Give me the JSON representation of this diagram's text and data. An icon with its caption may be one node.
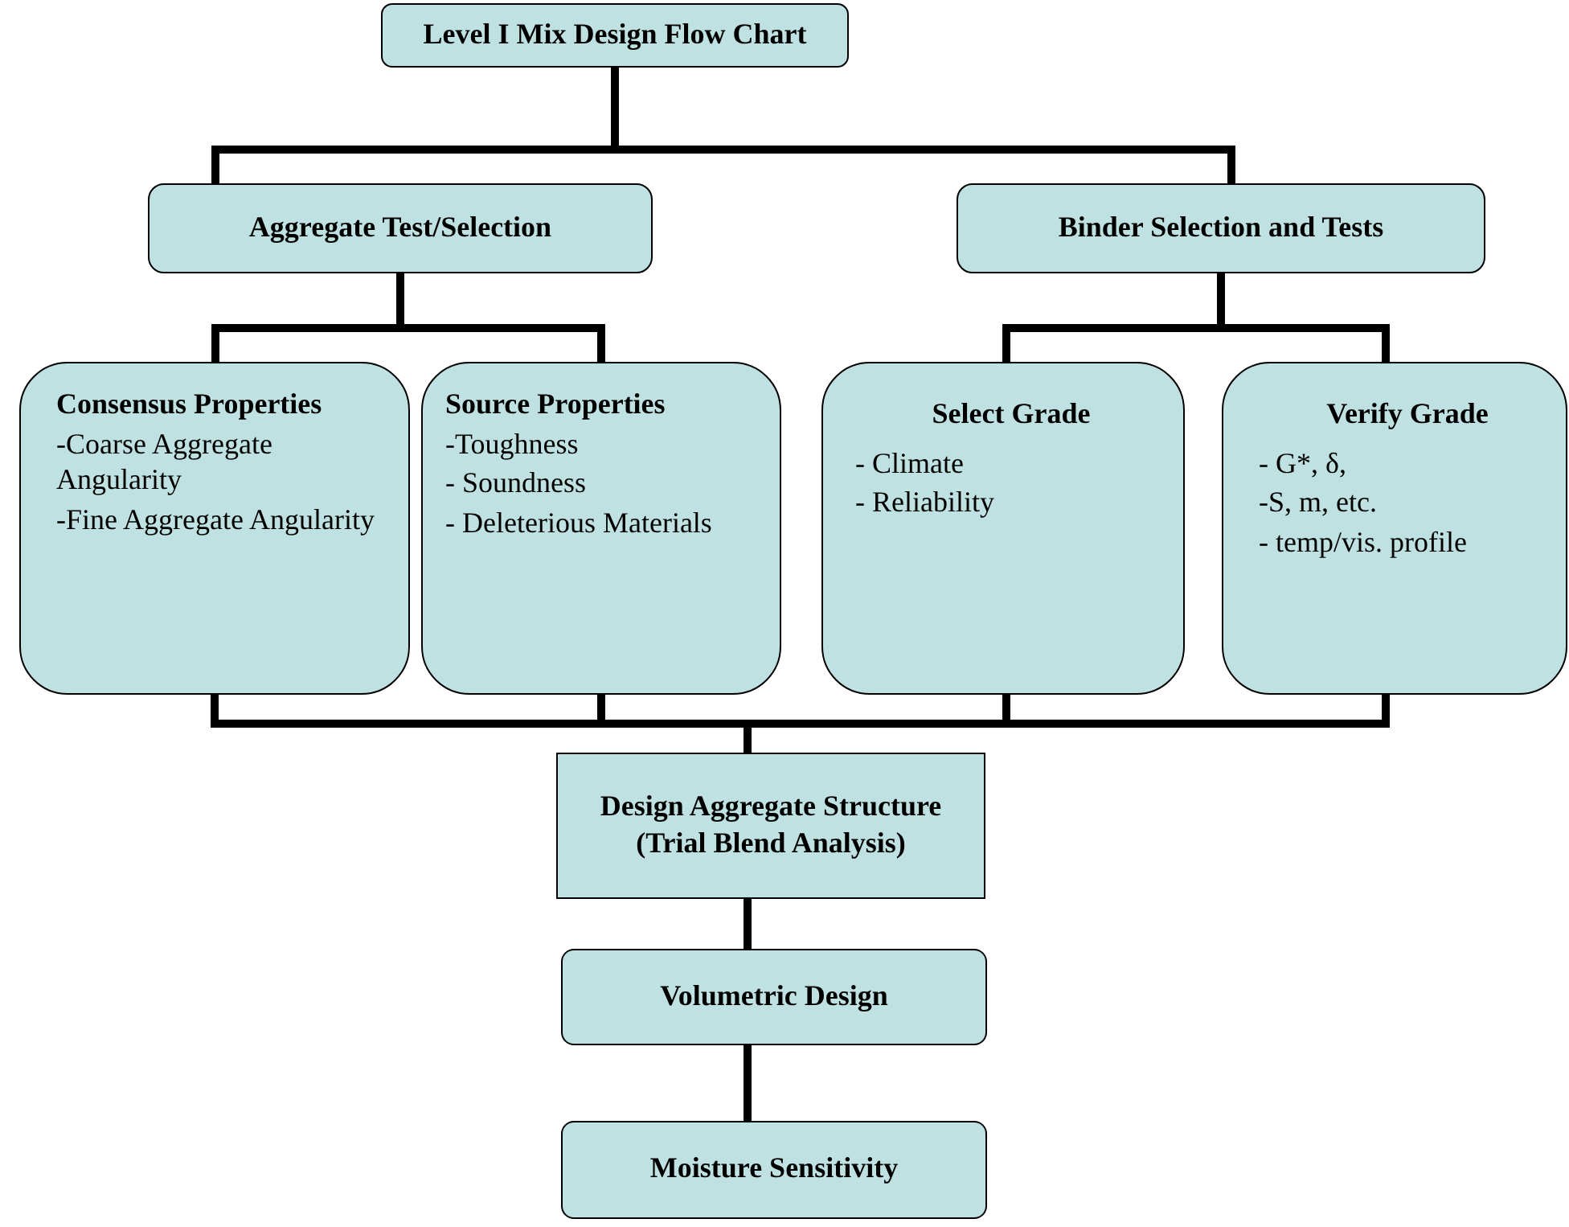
{
  "diagram": {
    "nodes": [
      {
        "text": [
          "Level I Mix Design Flow Chart"
        ]
      },
      {
        "text": [
          "Aggregate Test/Selection"
        ]
      },
      {
        "text": [
          "Binder Selection and Tests"
        ]
      },
      {
        "text": [
          "Consensus Properties",
          "-Coarse Aggregate Angularity",
          "-Fine Aggregate Angularity"
        ]
      },
      {
        "text": [
          "Source Properties",
          "-Toughness",
          "- Soundness",
          "- Deleterious Materials"
        ]
      },
      {
        "text": [
          "Select Grade",
          "- Climate",
          "- Reliability"
        ]
      },
      {
        "text": [
          "Verify Grade",
          "- G*, δ,",
          "-S, m, etc.",
          "- temp/vis. profile"
        ]
      },
      {
        "text": [
          "Design Aggregate Structure (Trial Blend Analysis)"
        ]
      },
      {
        "text": [
          "Volumetric Design"
        ]
      },
      {
        "text": [
          "Moisture Sensitivity"
        ]
      }
    ],
    "edges": [
      {
        "from": 0,
        "to": 1,
        "arrow": "none"
      },
      {
        "from": 0,
        "to": 2,
        "arrow": "none"
      },
      {
        "from": 1,
        "to": 3,
        "arrow": "none"
      },
      {
        "from": 1,
        "to": 4,
        "arrow": "none"
      },
      {
        "from": 2,
        "to": 5,
        "arrow": "none"
      },
      {
        "from": 2,
        "to": 6,
        "arrow": "none"
      },
      {
        "from": 3,
        "to": 7,
        "arrow": "none"
      },
      {
        "from": 4,
        "to": 7,
        "arrow": "none"
      },
      {
        "from": 5,
        "to": 7,
        "arrow": "none"
      },
      {
        "from": 6,
        "to": 7,
        "arrow": "none"
      },
      {
        "from": 7,
        "to": 8,
        "arrow": "none"
      },
      {
        "from": 8,
        "to": 9,
        "arrow": "none"
      }
    ]
  }
}
